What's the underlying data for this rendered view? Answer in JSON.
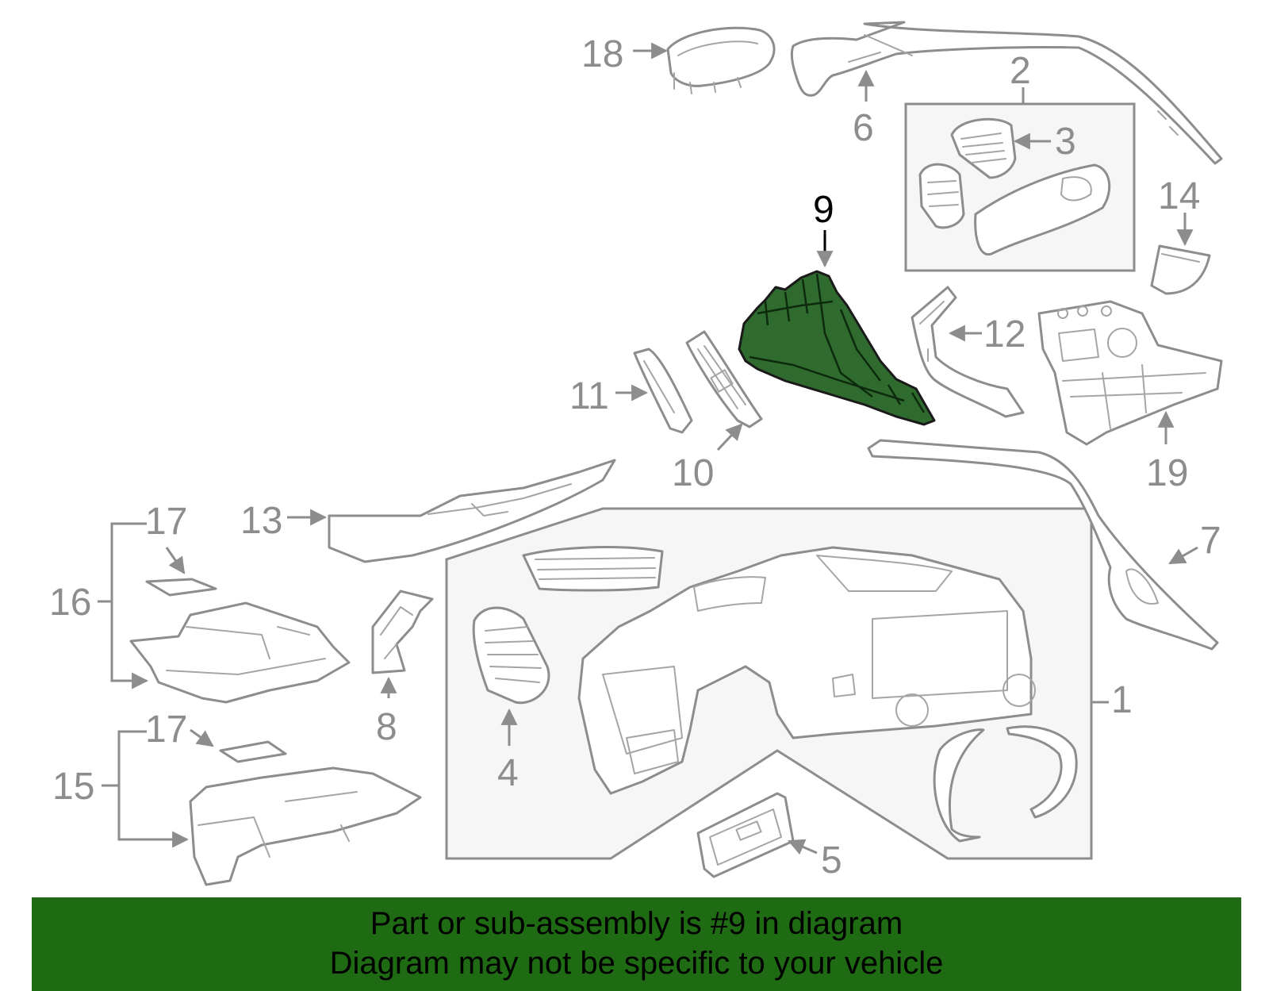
{
  "labels": {
    "l1": "1",
    "l2": "2",
    "l3": "3",
    "l4": "4",
    "l5": "5",
    "l6": "6",
    "l7": "7",
    "l8": "8",
    "l9": "9",
    "l10": "10",
    "l11": "11",
    "l12": "12",
    "l13": "13",
    "l14": "14",
    "l15": "15",
    "l16": "16",
    "l17a": "17",
    "l17b": "17",
    "l18": "18",
    "l19": "19"
  },
  "highlighted_part": "9",
  "colors": {
    "line_art": "#8d8d8d",
    "highlight_fill": "#2f6b2f",
    "banner_background": "#1f6b14",
    "banner_text": "#000000"
  },
  "banner": {
    "line1": "Part or sub-assembly is #9 in diagram",
    "line2": "Diagram may not be specific to your vehicle"
  }
}
